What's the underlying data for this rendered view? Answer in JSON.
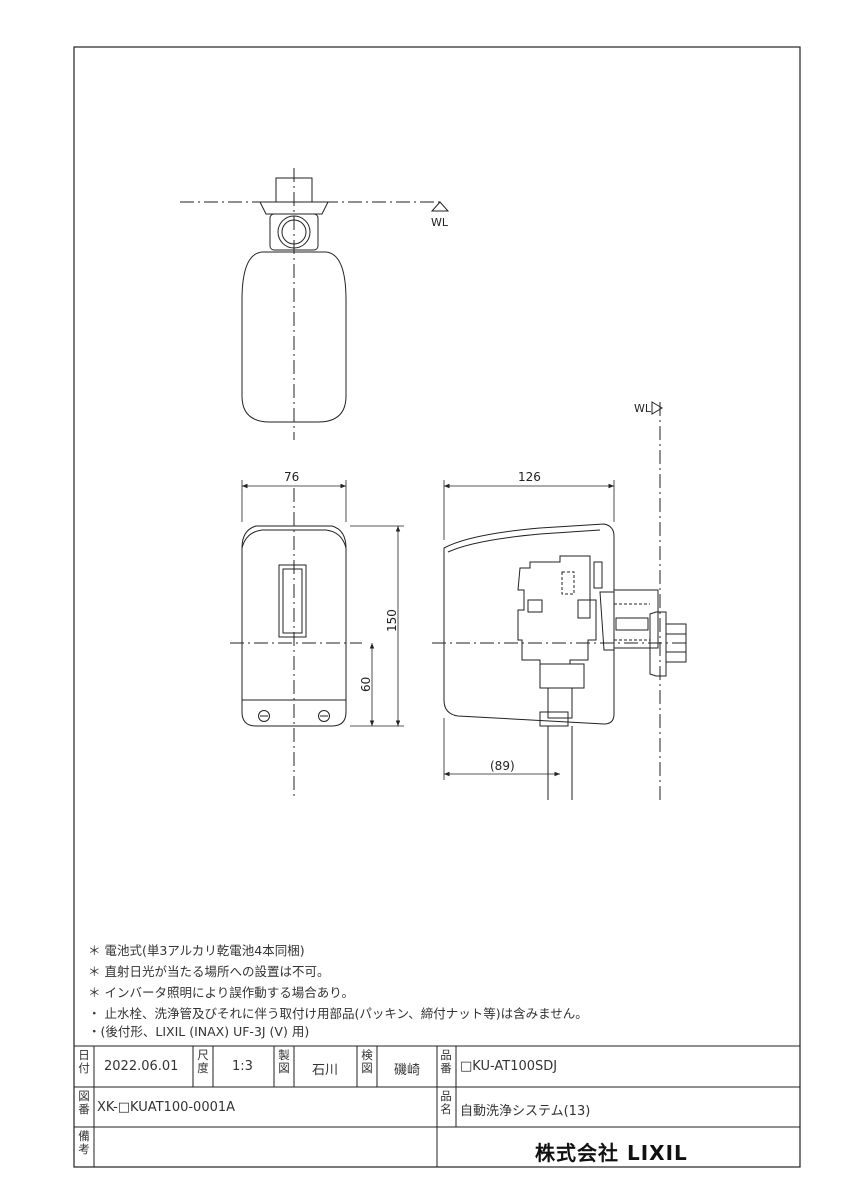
{
  "drawing": {
    "wl_top": "WL",
    "wl_side": "WL",
    "dim_width": "76",
    "dim_depth": "126",
    "dim_height": "150",
    "dim_inlet": "60",
    "dim_offset": "(89)"
  },
  "notes": [
    "＊ 電池式(単3アルカリ乾電池4本同梱)",
    "＊ 直射日光が当たる場所への設置は不可。",
    "＊ インバータ照明により誤作動する場合あり。",
    "・ 止水栓、洗浄管及びそれに伴う取付け用部品(パッキン、締付ナット等)は含みません。",
    "・(後付形、LIXIL (INAX) UF-3J (V) 用)"
  ],
  "titleblock": {
    "date_label": "日付",
    "date": "2022.06.01",
    "scale_label": "尺度",
    "scale": "1:3",
    "drawn_label": "製図",
    "drawn": "石川",
    "checked_label": "検図",
    "checked": "磯崎",
    "part_no_label": "品番",
    "part_no": "□KU-AT100SDJ",
    "drawing_no_label": "図番",
    "drawing_no": "XK-□KUAT100-0001A",
    "product_label": "品名",
    "product": "自動洗浄システム(13)",
    "remarks_label": "備考",
    "company": "株式会社 LIXIL"
  }
}
